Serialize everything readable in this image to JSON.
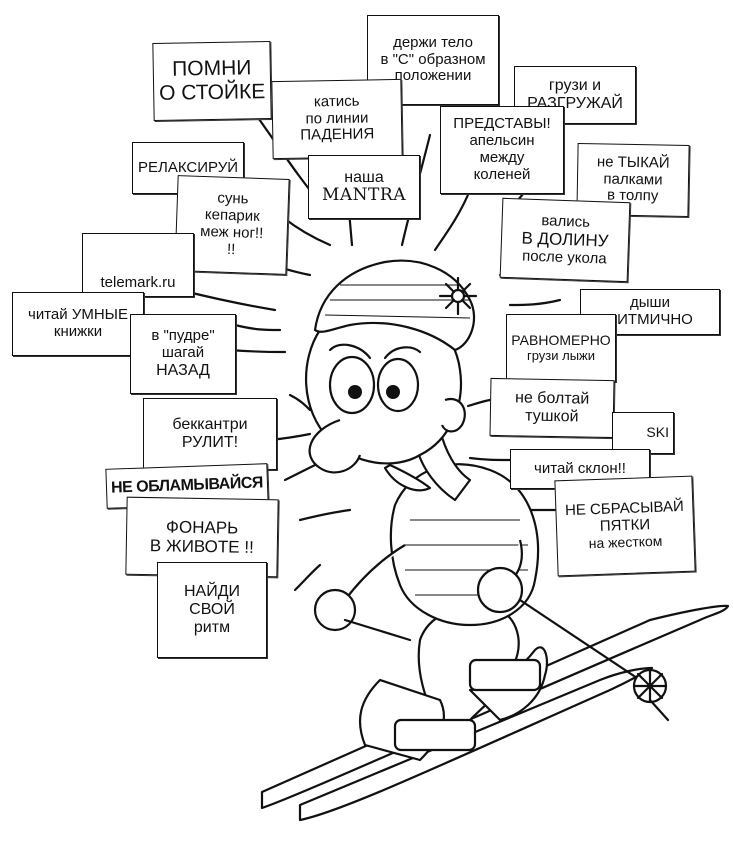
{
  "notes": {
    "pomni": [
      "ПОМНИ",
      "О СТОЙКЕ"
    ],
    "derzhi": [
      "держи тело",
      "в \"С\" образном",
      "положении"
    ],
    "gruzi": [
      "грузи и",
      "РАЗГРУЖАЙ"
    ],
    "katis": [
      "катись",
      "по линии",
      "ПАДЕНИЯ"
    ],
    "predstavy": [
      "ПРЕДСТАВЫ!",
      "апельсин",
      "между",
      "коленей"
    ],
    "ne_tykai": [
      "не ТЫКАЙ",
      "палками",
      "в толпу"
    ],
    "relaksiruy": [
      "РЕЛАКСИРУЙ"
    ],
    "mantra": [
      "наша",
      "MANTRA"
    ],
    "sun": [
      "сунь",
      "кепарик",
      "меж ног!!",
      "!!"
    ],
    "valis": [
      "вались",
      "В ДОЛИНУ",
      "после укола"
    ],
    "telemark": [
      "telemark.ru"
    ],
    "dyshi": [
      "дыши",
      "РИТМИЧНО"
    ],
    "chitai_umnye": [
      "читай УМНЫЕ",
      "книжки"
    ],
    "pudre": [
      "в \"пудре\"",
      "шагай",
      "НАЗАД"
    ],
    "ravnomerno": [
      "РАВНОМЕРНО",
      "грузи лыжи"
    ],
    "ne_boltai": [
      "не болтай",
      "тушкой"
    ],
    "ski": [
      "SKI"
    ],
    "bekkantri": [
      "беккантри",
      "РУЛИТ!"
    ],
    "chitai_sklon": [
      "читай склон!!"
    ],
    "ne_oblamyvaisya": [
      "НЕ ОБЛАМЫВАЙСЯ"
    ],
    "fonar": [
      "ФОНАРЬ",
      "В ЖИВОТЕ !!"
    ],
    "ne_sbrasyvai": [
      "НЕ СБРАСЫВАЙ",
      "ПЯТКИ",
      "на жестком"
    ],
    "naidi": [
      "НАЙДИ",
      "СВОЙ",
      "ритм"
    ]
  },
  "icons": {
    "arrow": "arrow-icon",
    "flower": "flower-icon",
    "pole_basket": "pole-basket-icon"
  },
  "colors": {
    "ink": "#111111",
    "paper": "#ffffff"
  }
}
